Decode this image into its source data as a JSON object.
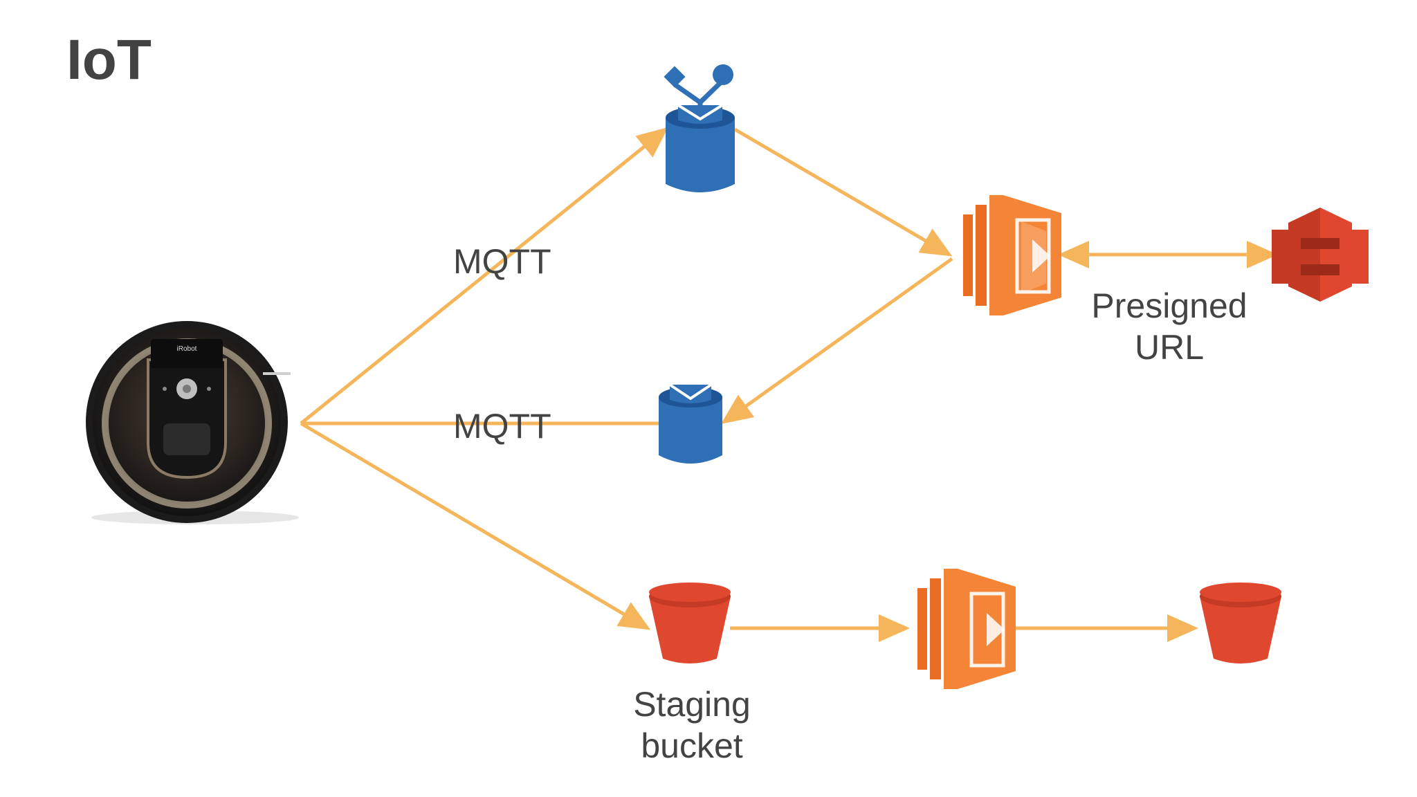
{
  "title": "IoT",
  "edge_labels": {
    "mqtt_top": "MQTT",
    "mqtt_middle": "MQTT"
  },
  "node_labels": {
    "presigned_line1": "Presigned",
    "presigned_line2": "URL",
    "staging_line1": "Staging",
    "staging_line2": "bucket"
  },
  "device_brand": "iRobot",
  "colors": {
    "arrow": "#F5B55A",
    "iot_blue": "#2E6FB6",
    "lambda_orange": "#F58536",
    "s3_red": "#E0472F",
    "text": "#434343"
  },
  "icons": {
    "device": "roomba-robot-vacuum-icon",
    "iot_rules": "iot-topic-rules-icon",
    "iot_topic": "iot-topic-icon",
    "lambda": "aws-lambda-icon",
    "s3": "aws-s3-icon",
    "bucket": "s3-bucket-icon"
  }
}
